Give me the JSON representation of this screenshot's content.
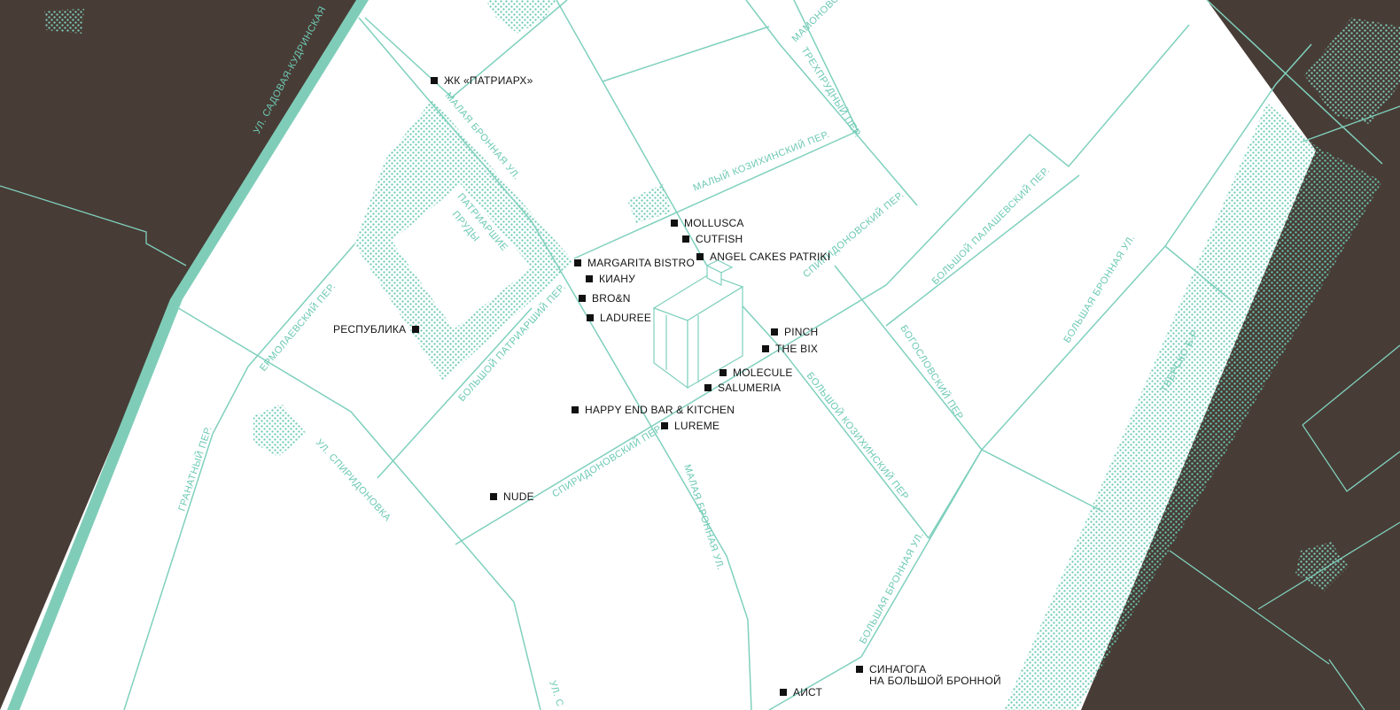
{
  "colors": {
    "outside": "#483c36",
    "street": "#7fd0bd",
    "boulevard": "#7fcdb9",
    "park_dots": "#6cc9b3",
    "marker": "#111111",
    "text": "#141414"
  },
  "streets": {
    "sadovaya": "УЛ. САДОВАЯ-КУДРИНСКАЯ",
    "malaya_bronnaya_top": "МАЛАЯ БРОННАЯ УЛ.",
    "mamonovsky": "МАМОНОВСКИЙ",
    "trekhprudny": "ТРЕХПРУДНЫЙ ПЕР.",
    "maly_kozikhinsky": "МАЛЫЙ КОЗИХИНСКИЙ ПЕР.",
    "spiridonovsky_top": "СПИРИДОНОВСКИЙ ПЕР.",
    "bolshoy_palashevsky": "БОЛЬШОЙ ПАЛАШЕВСКИЙ ПЕР.",
    "bolshaya_bronnaya_right": "БОЛЬШАЯ БРОННАЯ УЛ.",
    "bogoslovsky": "БОГОСЛОВСКИЙ ПЕР.",
    "tverskoy": "ТВЕРСКО Б-Р",
    "yermolaevsky": "ЕРМОЛАЕВСКИЙ ПЕР.",
    "bolshoy_patriarshy": "БОЛЬШОЙ ПАТРИАРШИЙ ПЕР.",
    "bolshoy_kozikhinsky": "БОЛЬШОЙ КОЗИХИНСКИЙ ПЕР",
    "granatny": "ГРАНАТНЫЙ ПЕР.",
    "spiridonovka": "УЛ. СПИРИДОНОВКА",
    "spiridonovsky_bottom": "СПИРИДОНОВСКИЙ ПЕР.",
    "malaya_bronnaya_bottom": "МАЛАЯ БРОННАЯ УЛ.",
    "bolshaya_bronnaya_bottom": "БОЛЬШАЯ БРОННАЯ УЛ.",
    "ul_bottom": "УЛ. С",
    "ponds_line1": "ПАТРИАРШИЕ",
    "ponds_line2": "ПРУДЫ"
  },
  "places": {
    "patriarkh": "ЖК «ПАТРИАРХ»",
    "mollusca": "MOLLUSCA",
    "cutfish": "CUTFISH",
    "angel_cakes": "ANGEL CAKES PATRIKI",
    "margarita": "MARGARITA BISTRO",
    "kiany": "КИАНУ",
    "bron": "BRO&N",
    "laduree": "LADUREE",
    "respublika": "РЕСПУБЛИКА",
    "pinch": "PINCH",
    "the_bix": "THE BIX",
    "molecule": "MOLECULE",
    "salumeria": "SALUMERIA",
    "happy_end": "HAPPY END BAR & KITCHEN",
    "lureme": "LUREME",
    "nude": "NUDE",
    "synagogue": "СИНАГОГА\nНА БОЛЬШОЙ БРОННОЙ",
    "aist": "АИСТ"
  }
}
